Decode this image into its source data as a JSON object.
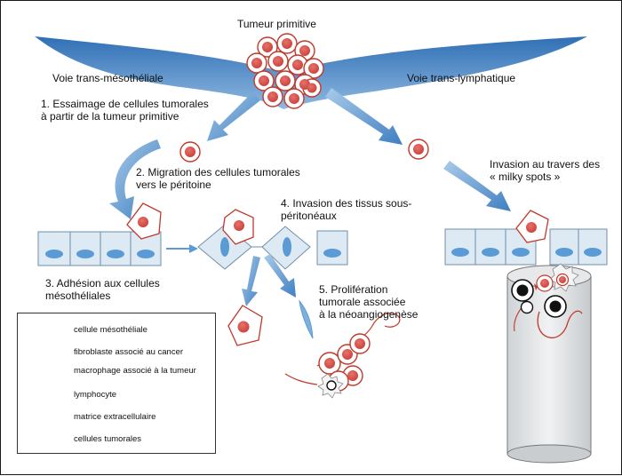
{
  "labels": {
    "primary_tumor": "Tumeur primitive",
    "trans_mesothelial": "Voie trans-mésothéliale",
    "trans_lymphatic": "Voie trans-lymphatique",
    "step1_line1": "1. Essaimage de cellules tumorales",
    "step1_line2": "à partir de la tumeur primitive",
    "step2_line1": "2. Migration des cellules tumorales",
    "step2_line2": "vers le péritoine",
    "step3_line1": "3. Adhésion aux cellules",
    "step3_line2": "mésothéliales",
    "step4_line1": "4. Invasion des tissus sous-",
    "step4_line2": "péritonéaux",
    "step5_line1": "5. Prolifération",
    "step5_line2": "tumorale associée",
    "step5_line3": "à la néoangiogenèse",
    "milky_line1": "Invasion au travers des",
    "milky_line2": "« milky spots »"
  },
  "legend": {
    "mesothelial": "cellule mésothéliale",
    "fibroblast": "fibroblaste associé au cancer",
    "macrophage": "macrophage associé à la tumeur",
    "lymphocyte": "lymphocyte",
    "matrix": "matrice extracellulaire",
    "tumor_cells": "cellules tumorales"
  },
  "colors": {
    "tumor_fill": "#d9534f",
    "tumor_outline": "#c0392b",
    "cell_fill": "#dde9f3",
    "cell_outline": "#6f8fa8",
    "nucleus": "#5b9bd5",
    "arrow": "#5b9bd5",
    "band": "#4a86c5",
    "matrix": "#2e86c1"
  }
}
